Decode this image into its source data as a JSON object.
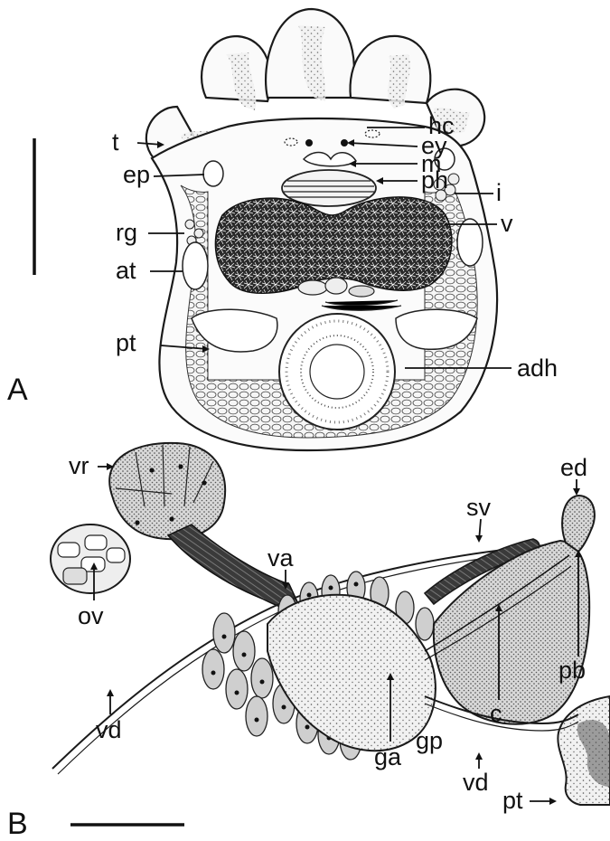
{
  "panels": [
    {
      "label": "A",
      "structure_labels": [
        "hc",
        "t",
        "ey",
        "m",
        "ep",
        "ph",
        "i",
        "rg",
        "v",
        "at",
        "pt",
        "adh"
      ]
    },
    {
      "label": "B",
      "structure_labels": [
        "vr",
        "ed",
        "sv",
        "va",
        "ov",
        "pb",
        "c",
        "vd",
        "gp",
        "ga",
        "vd",
        "pt"
      ]
    }
  ],
  "colors": {
    "ink": "#111111",
    "stipple": "#9a9a9a",
    "fill": "#e9e9e9",
    "dark": "#1c1c1c"
  }
}
